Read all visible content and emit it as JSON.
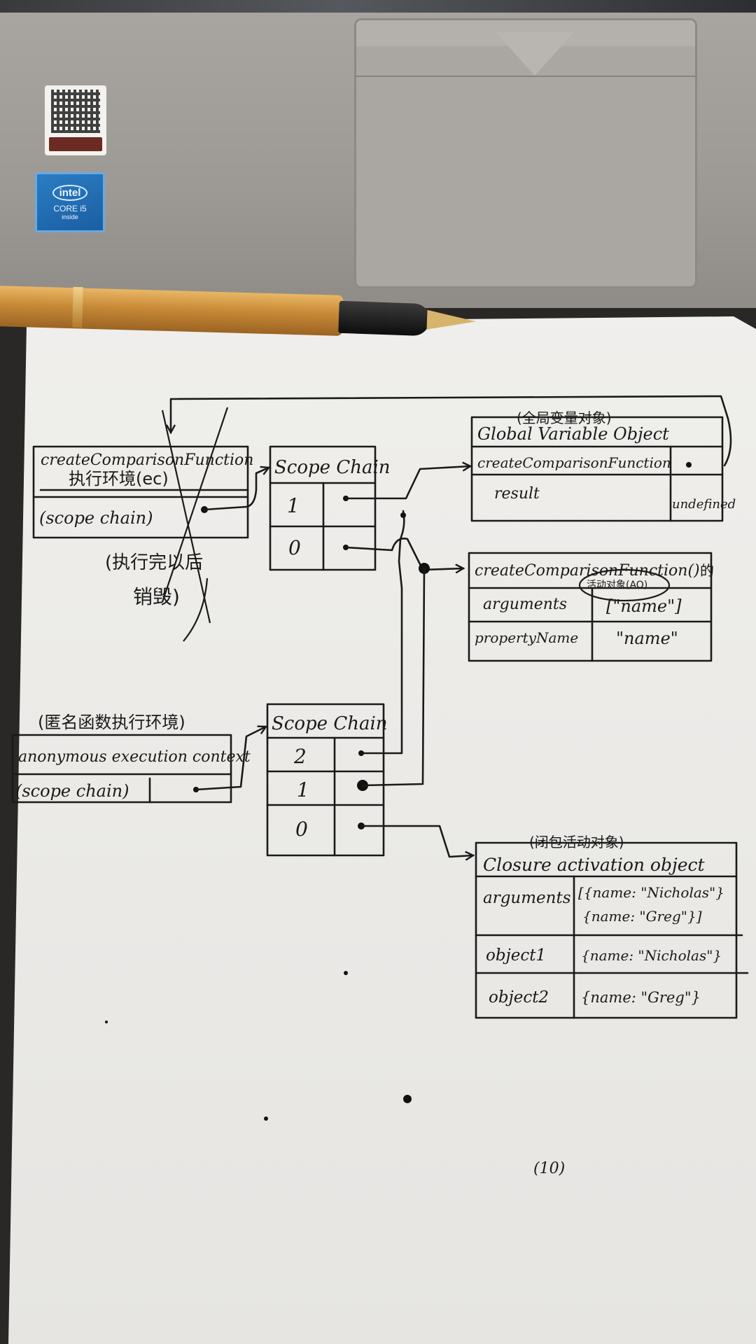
{
  "context_box": {
    "title_line1": "createComparisonFunction",
    "title_line2": "执行环境(ec)",
    "slot": "(scope chain)",
    "note_line1": "(执行完以后",
    "note_line2": "销毁)"
  },
  "scope_chain_top": {
    "header": "Scope Chain",
    "rows": [
      "1",
      "0"
    ]
  },
  "global_object": {
    "title_cn": "(全局变量对象)",
    "title": "Global Variable Object",
    "rows": [
      {
        "key": "createComparisonFunction",
        "value": ""
      },
      {
        "key": "result",
        "value": "undefined"
      }
    ]
  },
  "activation_object": {
    "title": "createComparisonFunction()",
    "title_suffix": "的",
    "subtitle": "活动对象(AO)",
    "rows": [
      {
        "key": "arguments",
        "value": "[\"name\"]"
      },
      {
        "key": "propertyName",
        "value": "\"name\""
      }
    ]
  },
  "anon_box": {
    "title_cn": "(匿名函数执行环境)",
    "title": "anonymous execution context",
    "slot": "(scope chain)"
  },
  "scope_chain_bottom": {
    "header": "Scope Chain",
    "rows": [
      "2",
      "1",
      "0"
    ]
  },
  "closure_object": {
    "title_cn": "(闭包活动对象)",
    "title": "Closure activation object",
    "rows": [
      {
        "key": "arguments",
        "value_line1": "[{name: \"Nicholas\"}",
        "value_line2": "{name: \"Greg\"}]"
      },
      {
        "key": "object1",
        "value_line1": "{name: \"Nicholas\"}",
        "value_line2": ""
      },
      {
        "key": "object2",
        "value_line1": "{name: \"Greg\"}",
        "value_line2": ""
      }
    ]
  },
  "page_footer": "(10)"
}
